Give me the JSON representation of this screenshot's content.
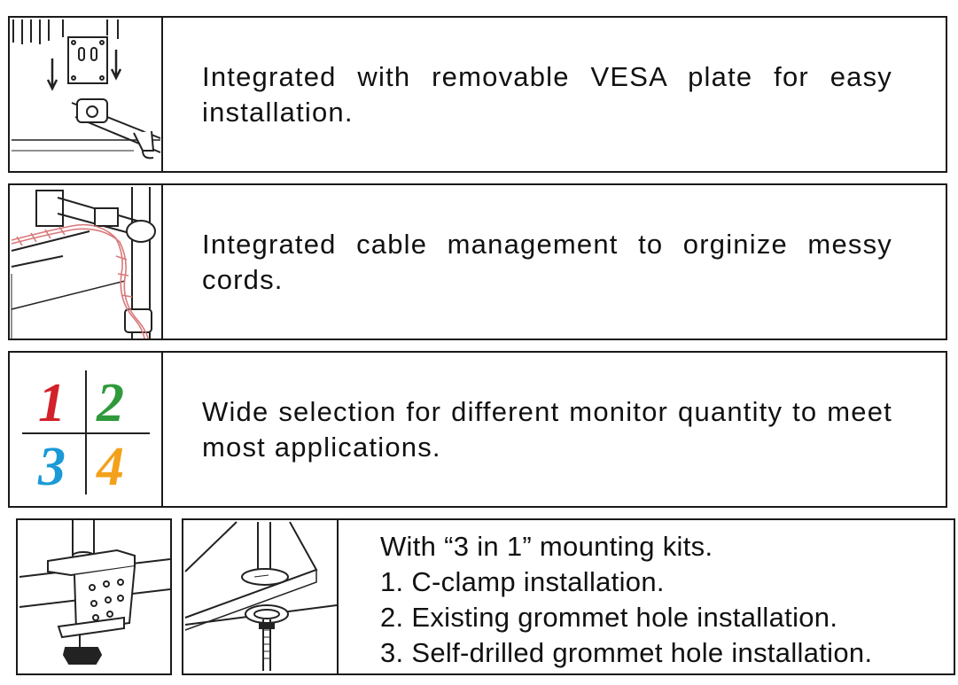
{
  "features": [
    {
      "text": "Integrated with removable VESA plate for easy installation."
    },
    {
      "text": "Integrated cable management to orginize messy cords."
    },
    {
      "text": "Wide selection for different monitor quantity to meet most applications."
    }
  ],
  "quantity_grid": {
    "numbers": [
      "1",
      "2",
      "3",
      "4"
    ],
    "colors": [
      "#d3202a",
      "#2e9a3c",
      "#1a9ad6",
      "#f3a11b"
    ]
  },
  "mounting": {
    "lines": [
      "With “3 in 1” mounting kits.",
      "1. C-clamp installation.",
      "2. Existing grommet hole installation.",
      "3. Self-drilled grommet hole installation."
    ]
  }
}
